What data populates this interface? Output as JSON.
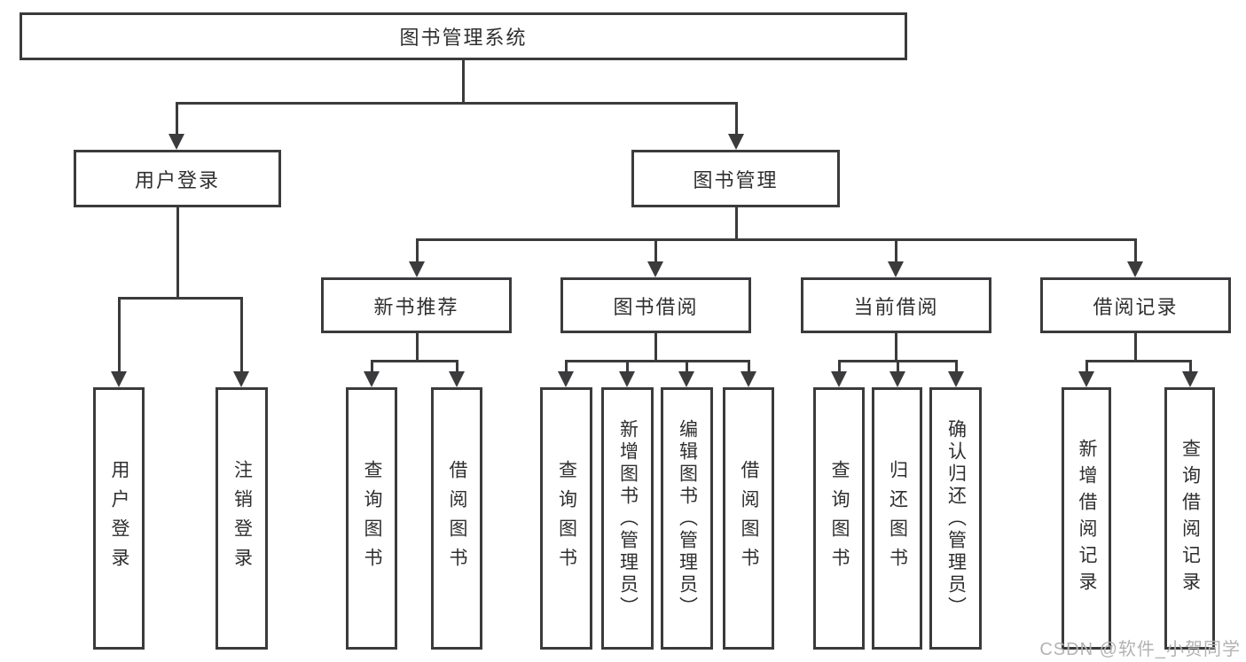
{
  "colors": {
    "line": "#3b3b3d",
    "text": "#2f2f31",
    "watermark": "#b3b3b3",
    "background": "#ffffff"
  },
  "watermark": {
    "text": "CSDN @软件_小贺同学"
  },
  "tree": {
    "root": {
      "label": "图书管理系统"
    },
    "branches": [
      {
        "label": "用户登录",
        "leaves": [
          "用户登录",
          "注销登录"
        ]
      },
      {
        "label": "图书管理",
        "groups": [
          {
            "label": "新书推荐",
            "leaves": [
              "查询图书",
              "借阅图书"
            ]
          },
          {
            "label": "图书借阅",
            "leaves": [
              "查询图书",
              "新增图书（管理员）",
              "编辑图书（管理员）",
              "借阅图书"
            ]
          },
          {
            "label": "当前借阅",
            "leaves": [
              "查询图书",
              "归还图书",
              "确认归还（管理员）"
            ]
          },
          {
            "label": "借阅记录",
            "leaves": [
              "新增借阅记录",
              "查询借阅记录"
            ]
          }
        ]
      }
    ]
  }
}
